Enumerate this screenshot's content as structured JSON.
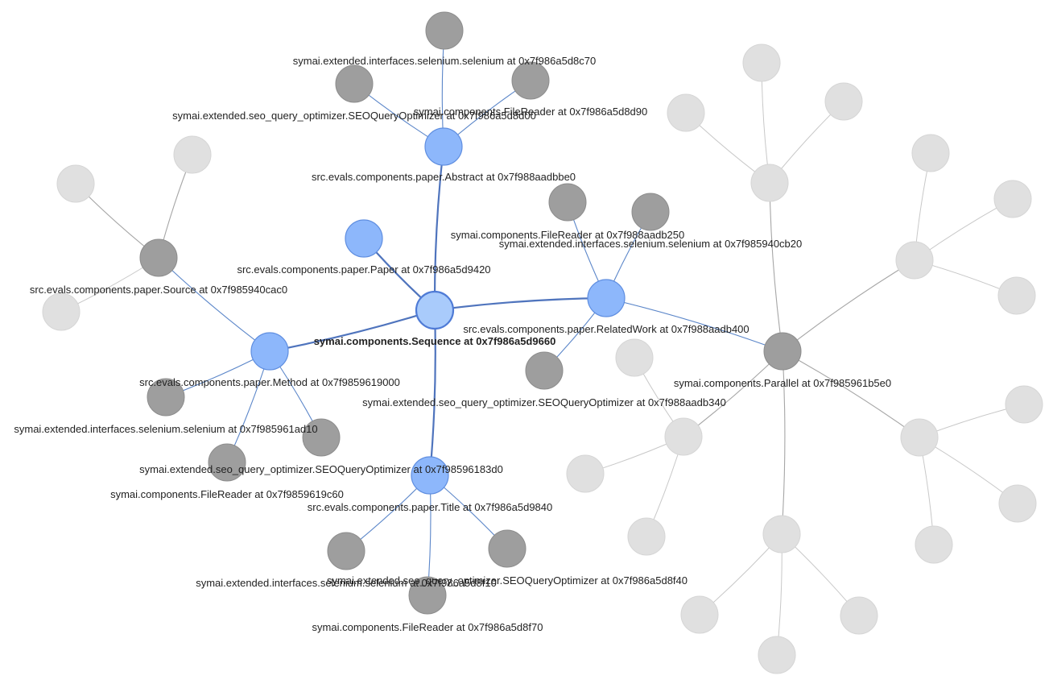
{
  "colors": {
    "root_fill": "#a9cbfb",
    "root_stroke": "#4f7bd6",
    "active_fill": "#8db7fb",
    "active_stroke": "#5f8ee0",
    "leaf_fill": "#9e9e9e",
    "leaf_stroke": "#8c8c8c",
    "faded_fill": "#e0e0e0",
    "faded_stroke": "#d5d5d5",
    "edge_active": "#5b86c9",
    "edge_main": "#4f74bd",
    "edge_faded": "#c8c8c8",
    "edge_faded_main": "#a6a6a6"
  },
  "labels": {
    "sequence": "symai.components.Sequence at 0x7f986a5d9660",
    "paper": "src.evals.components.paper.Paper at 0x7f986a5d9420",
    "abstract": "src.evals.components.paper.Abstract at 0x7f988aadbbe0",
    "abstract_selenium": "symai.extended.interfaces.selenium.selenium at 0x7f986a5d8c70",
    "abstract_seo": "symai.extended.seo_query_optimizer.SEOQueryOptimizer at 0x7f986a5d8d00",
    "abstract_filereader": "symai.components.FileReader at 0x7f986a5d8d90",
    "relatedwork": "src.evals.components.paper.RelatedWork at 0x7f988aadb400",
    "rw_filereader": "symai.components.FileReader at 0x7f988aadb250",
    "rw_selenium": "symai.extended.interfaces.selenium.selenium at 0x7f985940cb20",
    "rw_seo": "symai.extended.seo_query_optimizer.SEOQueryOptimizer at 0x7f988aadb340",
    "method": "src.evals.components.paper.Method at 0x7f9859619000",
    "source": "src.evals.components.paper.Source at 0x7f985940cac0",
    "method_selenium": "symai.extended.interfaces.selenium.selenium at 0x7f985961ad10",
    "method_seo": "symai.extended.seo_query_optimizer.SEOQueryOptimizer at 0x7f98596183d0",
    "method_filereader": "symai.components.FileReader at 0x7f9859619c60",
    "title": "src.evals.components.paper.Title at 0x7f986a5d9840",
    "title_selenium": "symai.extended.interfaces.selenium.selenium at 0x7f986a5d8f10",
    "title_seo": "symai.extended.seo_query_optimizer.SEOQueryOptimizer at 0x7f986a5d8f40",
    "title_filereader": "symai.components.FileReader at 0x7f986a5d8f70",
    "parallel": "symai.components.Parallel at 0x7f985961b5e0"
  }
}
